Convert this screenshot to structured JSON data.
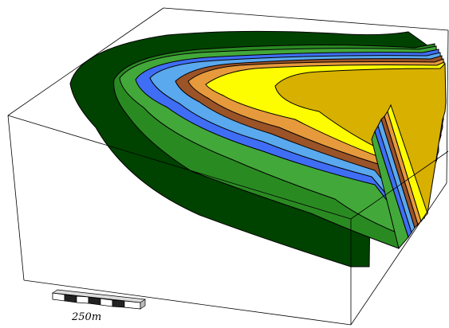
{
  "scale_bar": {
    "label": "250m"
  },
  "colors": {
    "background": "#ffffff",
    "outline": "#000000",
    "dark_green": "#004200",
    "mid_green": "#2a8a22",
    "light_green": "#43a83a",
    "blue": "#3f6ef5",
    "light_blue": "#5aa8ee",
    "brown": "#9b5328",
    "orange": "#e69a3c",
    "yellow": "#fdfd00",
    "gold": "#d8b000"
  },
  "layers": [
    "dark-green-outer-layer",
    "mid-green-layer",
    "light-green-layer",
    "blue-layer",
    "light-blue-layer",
    "brown-layer",
    "orange-layer",
    "yellow-layer",
    "gold-core-layer"
  ]
}
